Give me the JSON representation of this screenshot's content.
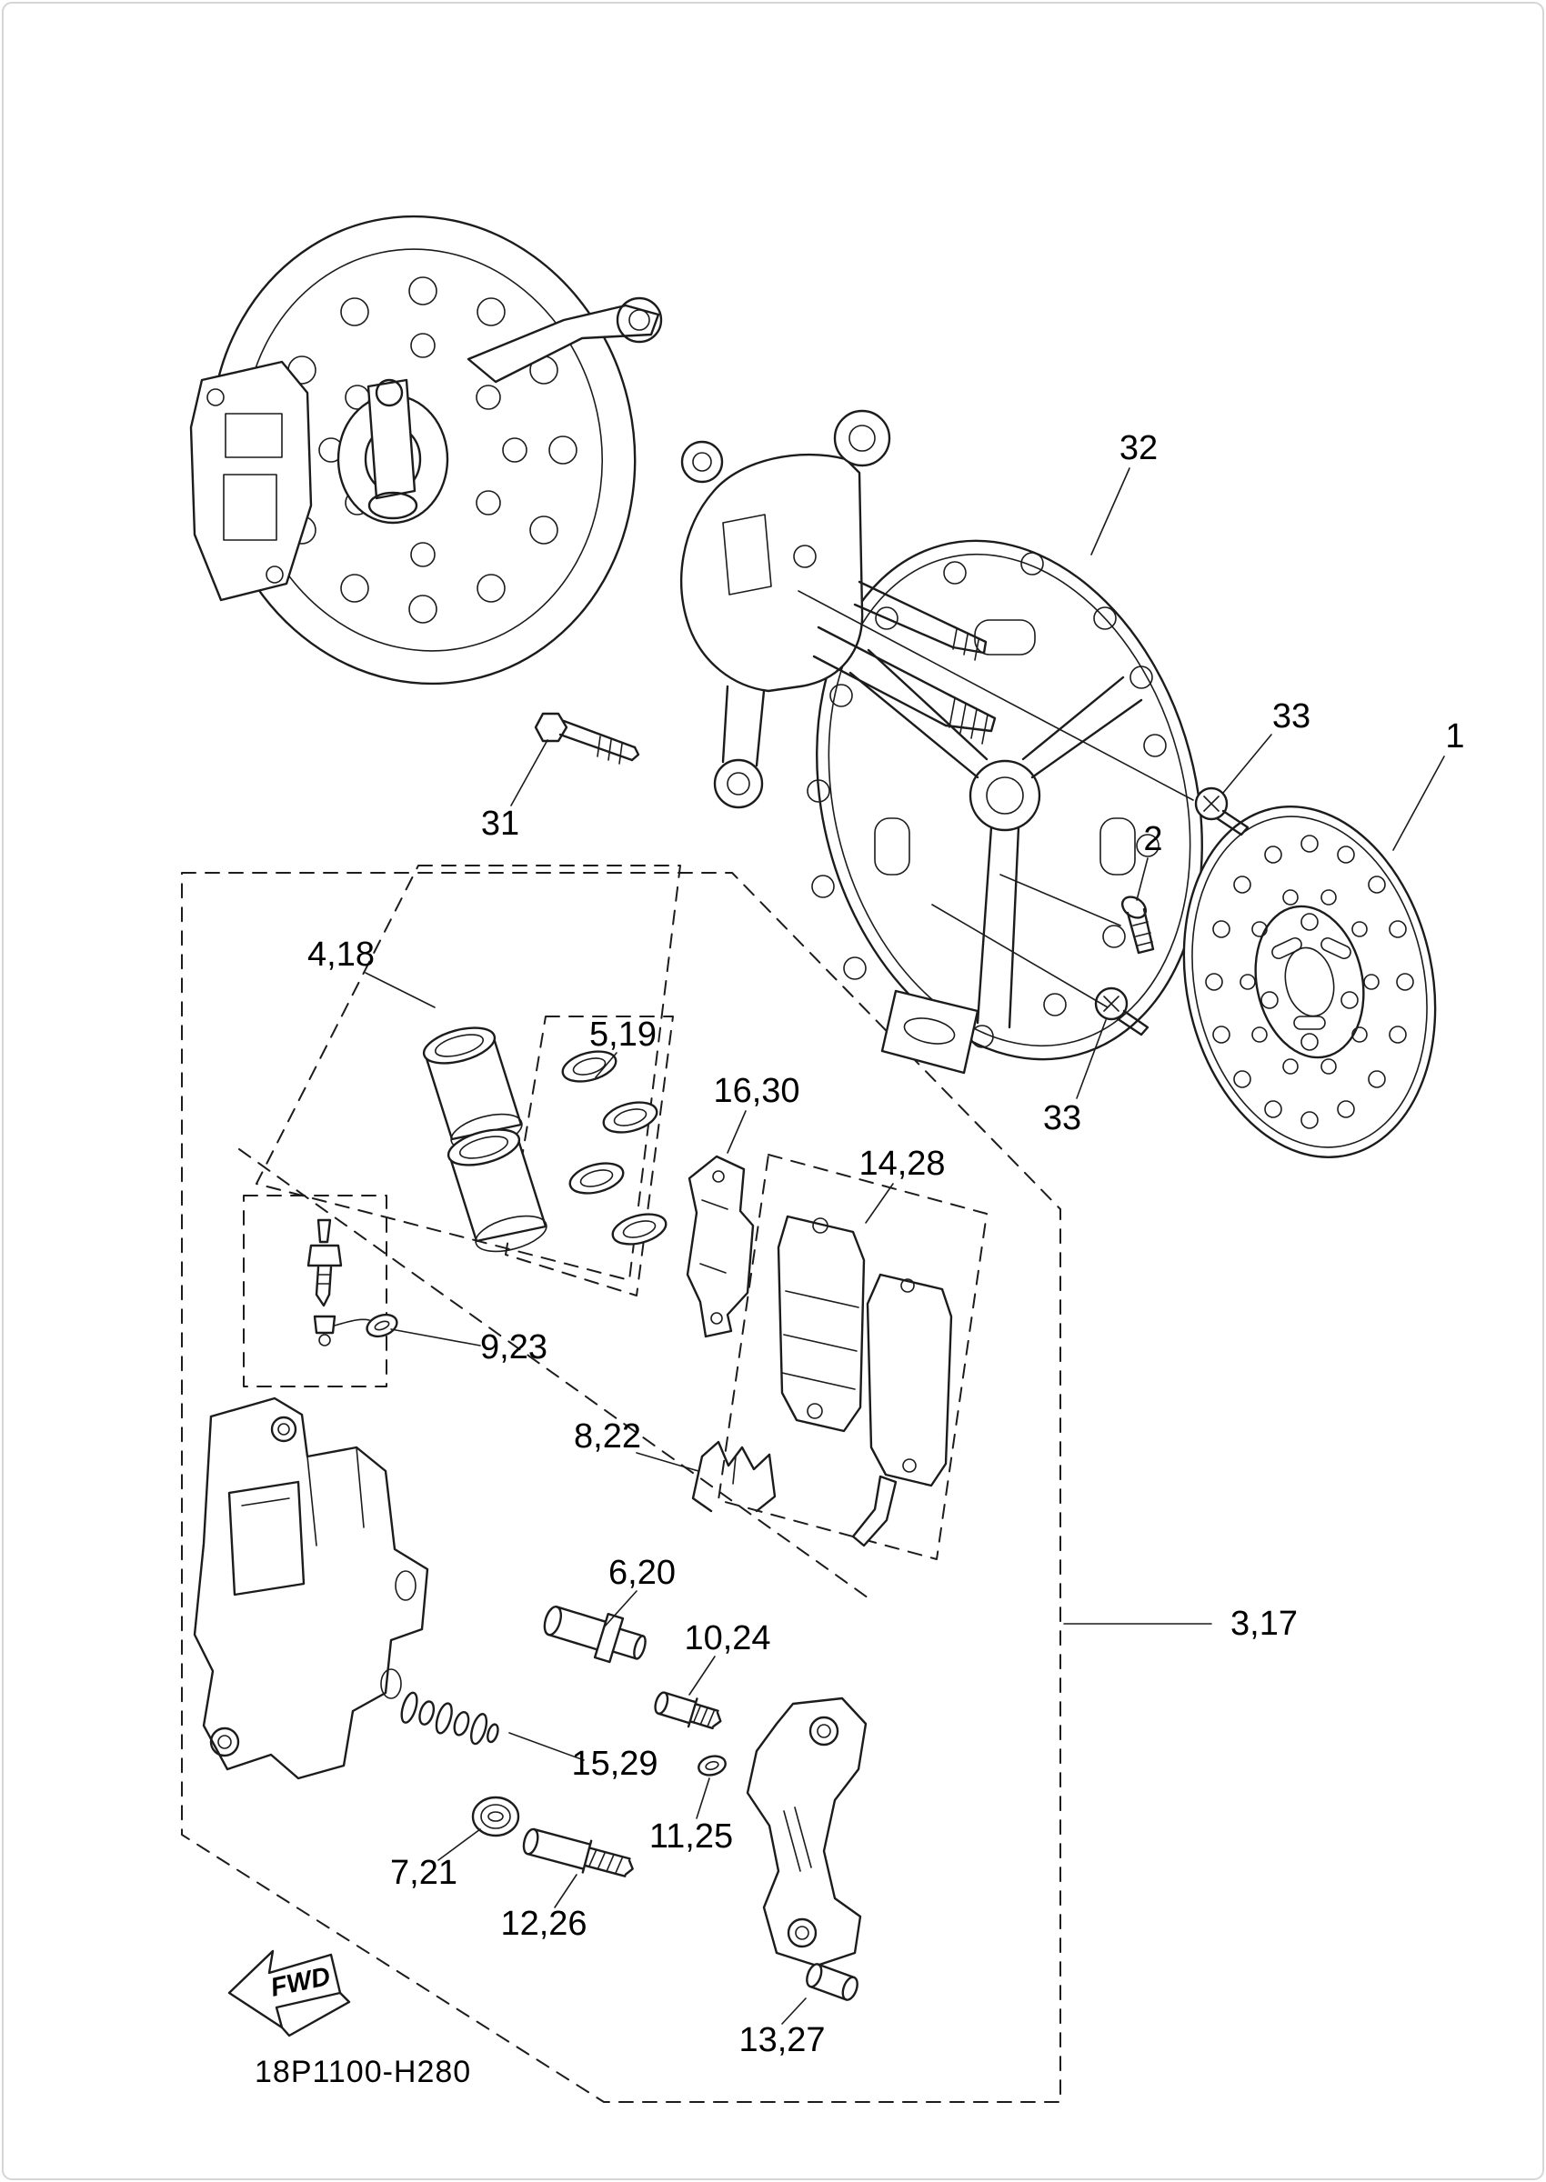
{
  "diagram": {
    "code": "18P1100-H280",
    "fwd": "FWD"
  },
  "callouts": {
    "brake_disc": "1",
    "bolt": "2",
    "caliper_assembly": "3,17",
    "pistons": "4,18",
    "piston_seals": "5,19",
    "slide_pin": "6,20",
    "boot": "7,21",
    "pad_spring": "8,22",
    "bleeder_screw": "9,23",
    "pin_bolt": "10,24",
    "washer": "11,25",
    "bolt_long": "12,26",
    "caliper_bracket": "13,27",
    "brake_pads": "14,28",
    "pin_boot": "15,29",
    "pad_shim": "16,30",
    "flange_bolt": "31",
    "disc_protector": "32",
    "screw_upper": "33",
    "screw_lower": "33"
  }
}
